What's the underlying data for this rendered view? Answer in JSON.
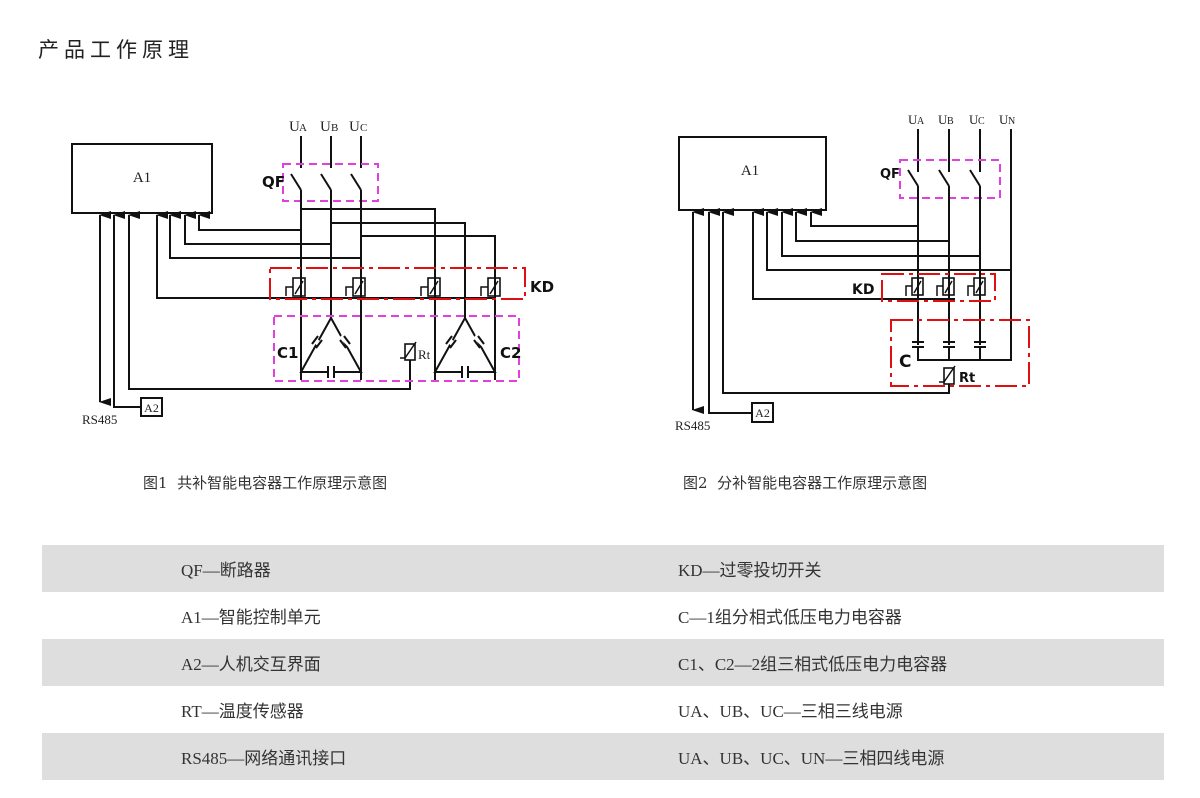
{
  "page": {
    "title": "产品工作原理"
  },
  "figure1": {
    "caption": "图1  共补智能电容器工作原理示意图",
    "labels": {
      "controller": "A1",
      "hmi": "A2",
      "rs485": "RS485",
      "breaker": "QF",
      "switch": "KD",
      "cap1": "C1",
      "cap2": "C2",
      "sensor": "Rt",
      "phases": [
        {
          "main": "U",
          "sub": "A"
        },
        {
          "main": "U",
          "sub": "B"
        },
        {
          "main": "U",
          "sub": "C"
        }
      ]
    }
  },
  "figure2": {
    "caption": "图2  分补智能电容器工作原理示意图",
    "labels": {
      "controller": "A1",
      "hmi": "A2",
      "rs485": "RS485",
      "breaker": "QF",
      "switch": "KD",
      "cap": "C",
      "sensor": "Rt",
      "phases": [
        {
          "main": "U",
          "sub": "A"
        },
        {
          "main": "U",
          "sub": "B"
        },
        {
          "main": "U",
          "sub": "C"
        },
        {
          "main": "U",
          "sub": "N"
        }
      ]
    }
  },
  "colors": {
    "breaker_box": "#e040e0",
    "switch_box": "#e01010",
    "row_shade": "#dedede"
  },
  "legend": {
    "rows": [
      {
        "left": "QF—断路器",
        "right": "KD—过零投切开关"
      },
      {
        "left": "A1—智能控制单元",
        "right": "C—1组分相式低压电力电容器"
      },
      {
        "left": "A2—人机交互界面",
        "right": "C1、C2—2组三相式低压电力电容器"
      },
      {
        "left": "RT—温度传感器",
        "right": "UA、UB、UC—三相三线电源"
      },
      {
        "left": "RS485—网络通讯接口",
        "right": "UA、UB、UC、UN—三相四线电源"
      }
    ]
  }
}
